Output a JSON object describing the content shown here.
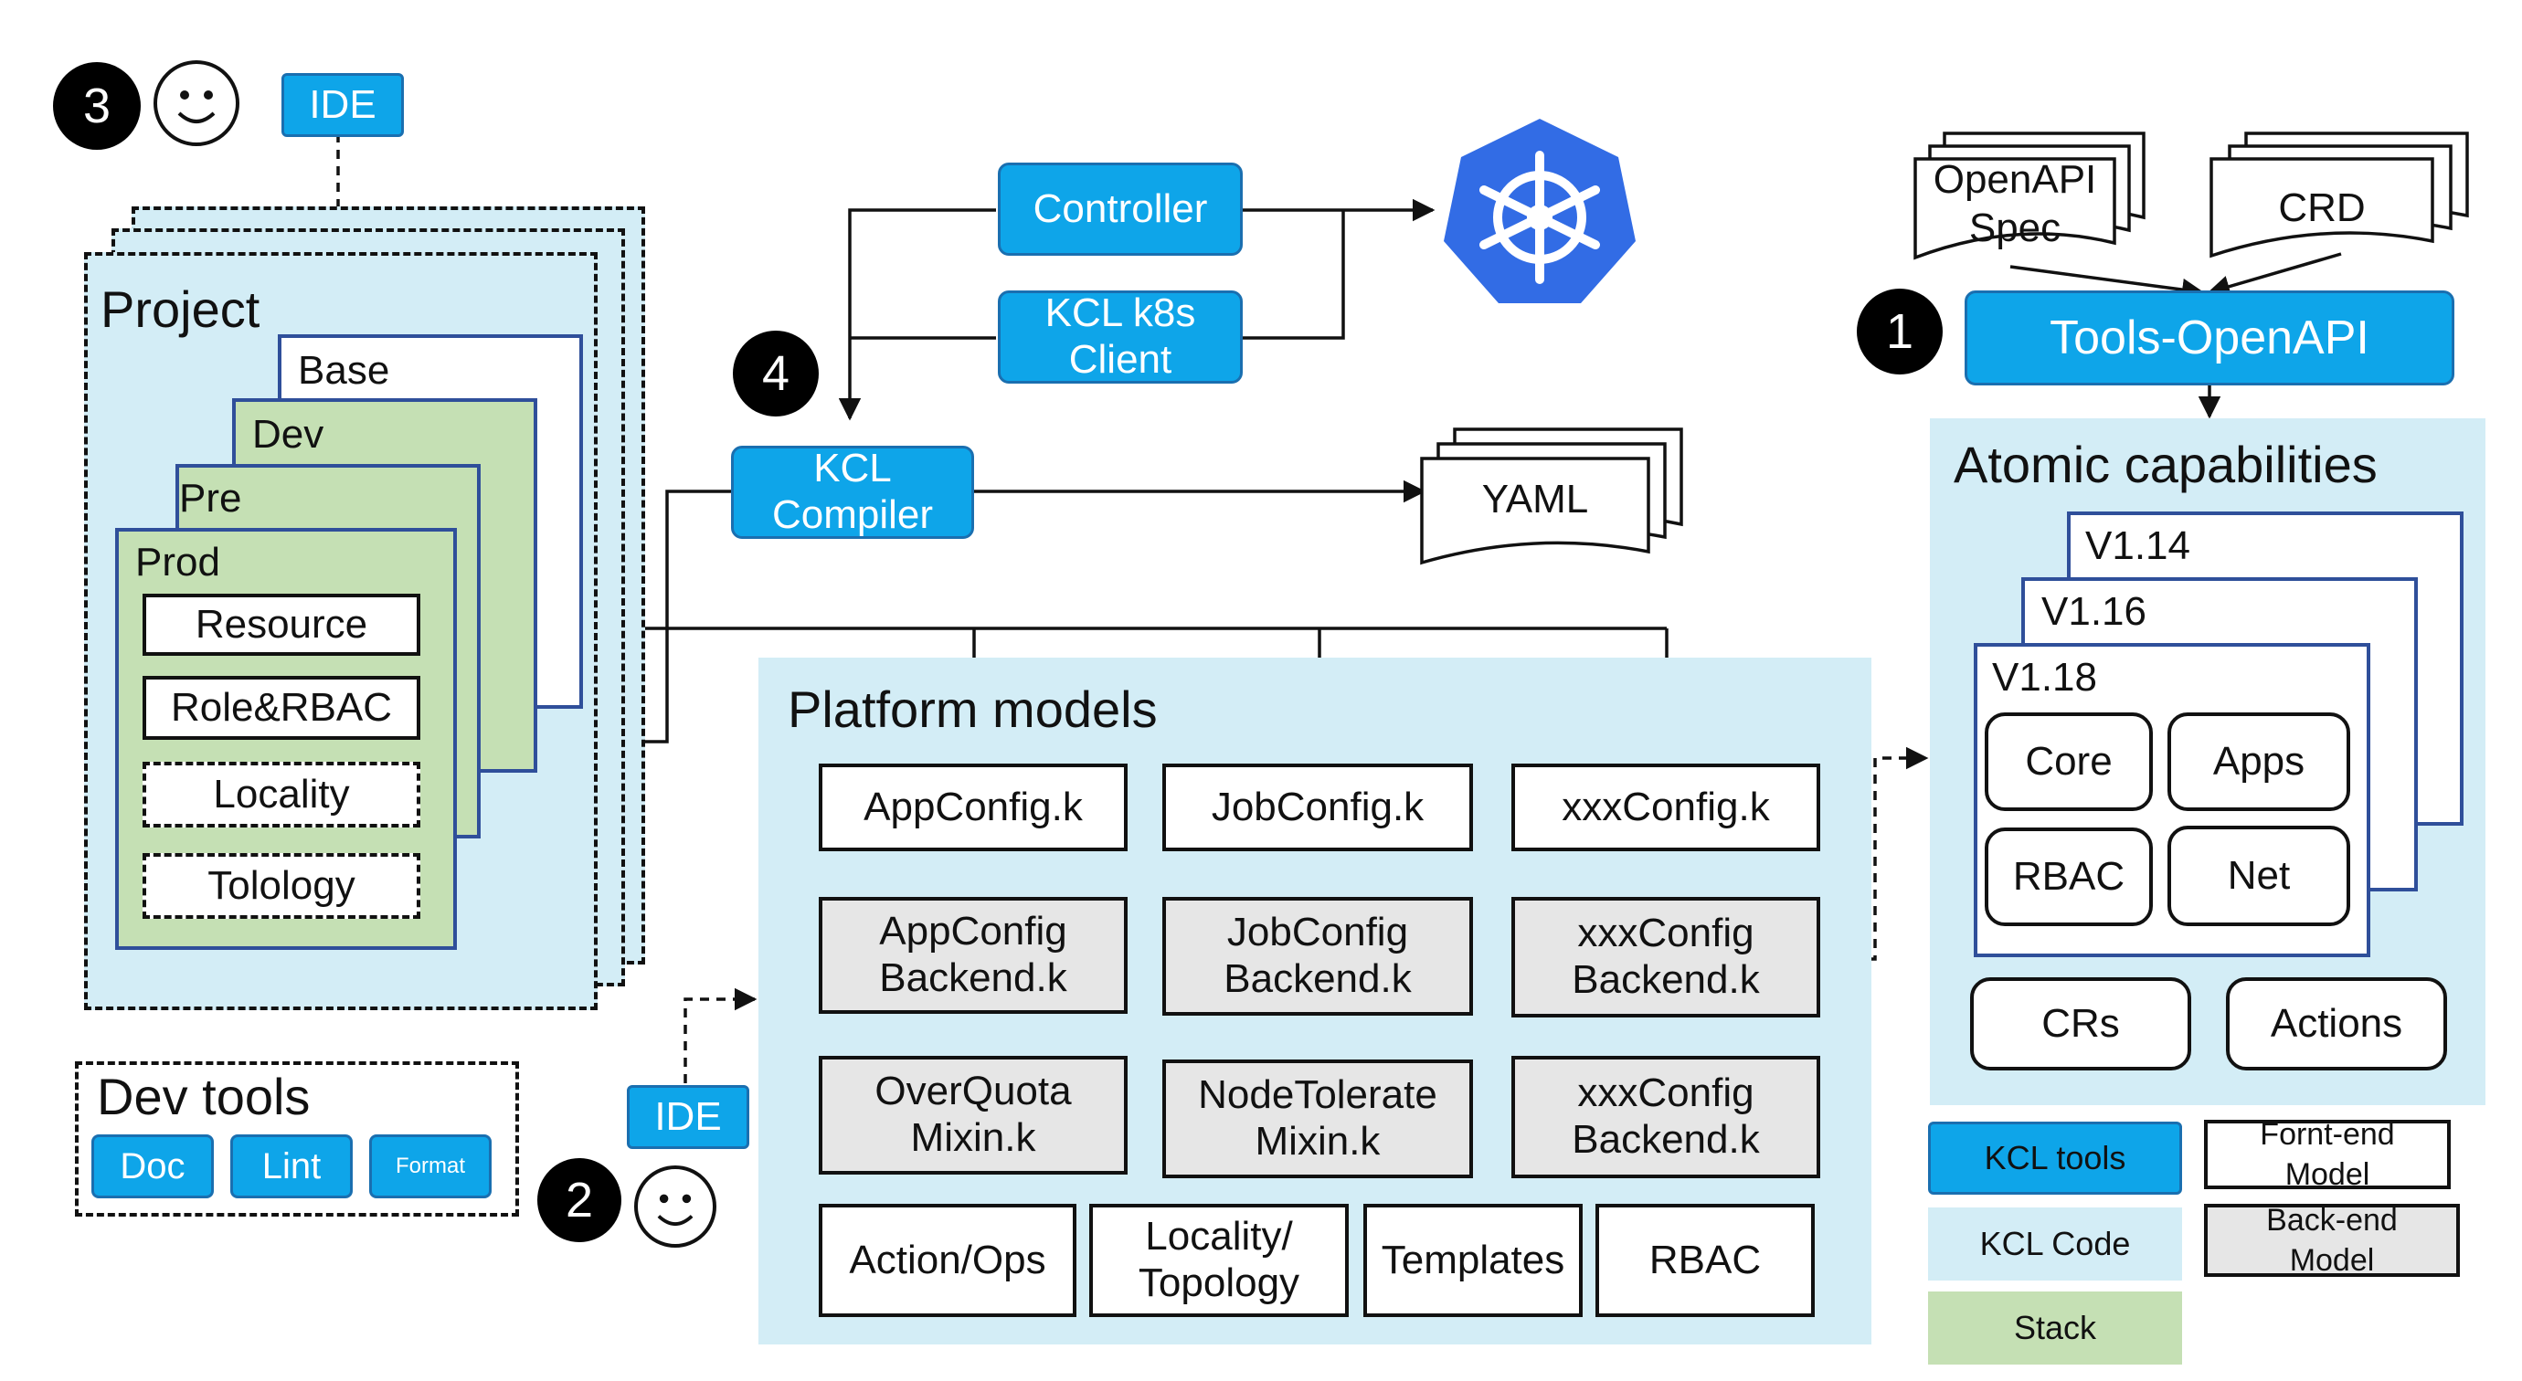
{
  "badges": {
    "one": "1",
    "two": "2",
    "three": "3",
    "four": "4"
  },
  "ide": {
    "top": "IDE",
    "bottom": "IDE"
  },
  "project": {
    "title": "Project",
    "layers": [
      "Base",
      "Dev",
      "Pre",
      "Prod"
    ],
    "items": [
      "Resource",
      "Role&RBAC",
      "Locality",
      "Tolology"
    ]
  },
  "dev_tools": {
    "title": "Dev tools",
    "buttons": [
      "Doc",
      "Lint",
      "Format"
    ]
  },
  "kcl_compiler": "KCL\nCompiler",
  "controller": "Controller",
  "k8s_client": "KCL k8s\nClient",
  "yaml": "YAML",
  "openapi_spec": "OpenAPI\nSpec",
  "crd": "CRD",
  "tools_openapi": "Tools-OpenAPI",
  "atomic": {
    "title": "Atomic capabilities",
    "versions": [
      "V1.14",
      "V1.16",
      "V1.18"
    ],
    "items": [
      "Core",
      "Apps",
      "RBAC",
      "Net"
    ],
    "extra": [
      "CRs",
      "Actions"
    ]
  },
  "platform": {
    "title": "Platform models",
    "frontend": [
      "AppConfig.k",
      "JobConfig.k",
      "xxxConfig.k"
    ],
    "backend": [
      "AppConfig\nBackend.k",
      "JobConfig\nBackend.k",
      "xxxConfig\nBackend.k"
    ],
    "mixins": [
      "OverQuota\nMixin.k",
      "NodeTolerate\nMixin.k",
      "xxxConfig\nBackend.k"
    ],
    "bottom": [
      "Action/Ops",
      "Locality/\nTopology",
      "Templates",
      "RBAC"
    ]
  },
  "legend": {
    "kcl_tools": "KCL tools",
    "kcl_code": "KCL  Code",
    "stack": "Stack",
    "frontend_model": "Fornt-end\nModel",
    "backend_model": "Back-end\nModel"
  },
  "colors": {
    "kcl_tools": "#0ea5e9",
    "kcl_code": "#d3edf6",
    "stack": "#c5e0b4",
    "backend": "#e6e6e6",
    "k8s": "#326ce5",
    "border_navy": "#2f4f9a"
  },
  "icons": [
    "kubernetes-helm-icon",
    "smiley-face-icon"
  ]
}
